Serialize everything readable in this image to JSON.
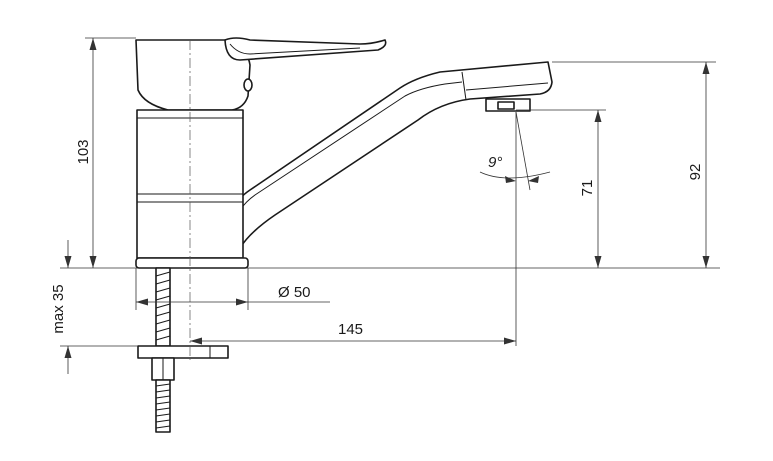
{
  "dimensions": {
    "body_height": "103",
    "install_depth": "max 35",
    "base_diameter": "Ø 50",
    "spout_reach": "145",
    "spout_angle": "9°",
    "outlet_height": "71",
    "spout_top_height": "92"
  }
}
